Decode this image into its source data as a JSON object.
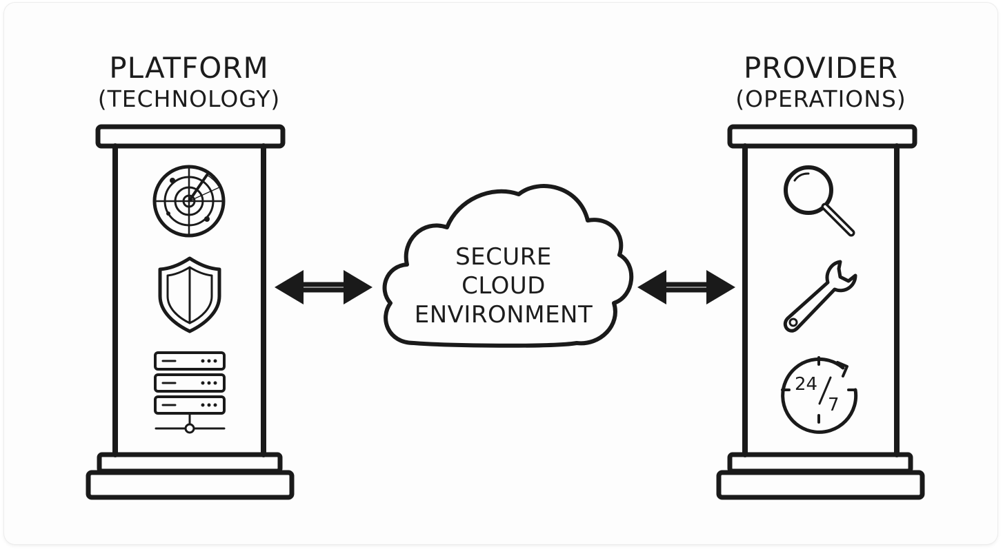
{
  "left_pillar": {
    "title": "PLATFORM",
    "subtitle": "(TECHNOLOGY)",
    "icons": [
      "radar-icon",
      "shield-icon",
      "server-stack-icon"
    ]
  },
  "right_pillar": {
    "title": "PROVIDER",
    "subtitle": "(OPERATIONS)",
    "icons": [
      "magnifier-icon",
      "wrench-icon",
      "clock-24-7-icon"
    ],
    "clock_label_a": "24",
    "clock_label_b": "7"
  },
  "center": {
    "line1": "SECURE",
    "line2": "CLOUD",
    "line3": "ENVIRONMENT"
  },
  "connectors": [
    "double-arrow",
    "double-arrow"
  ],
  "colors": {
    "ink": "#1a1a1a",
    "background": "#fdfdfd"
  }
}
